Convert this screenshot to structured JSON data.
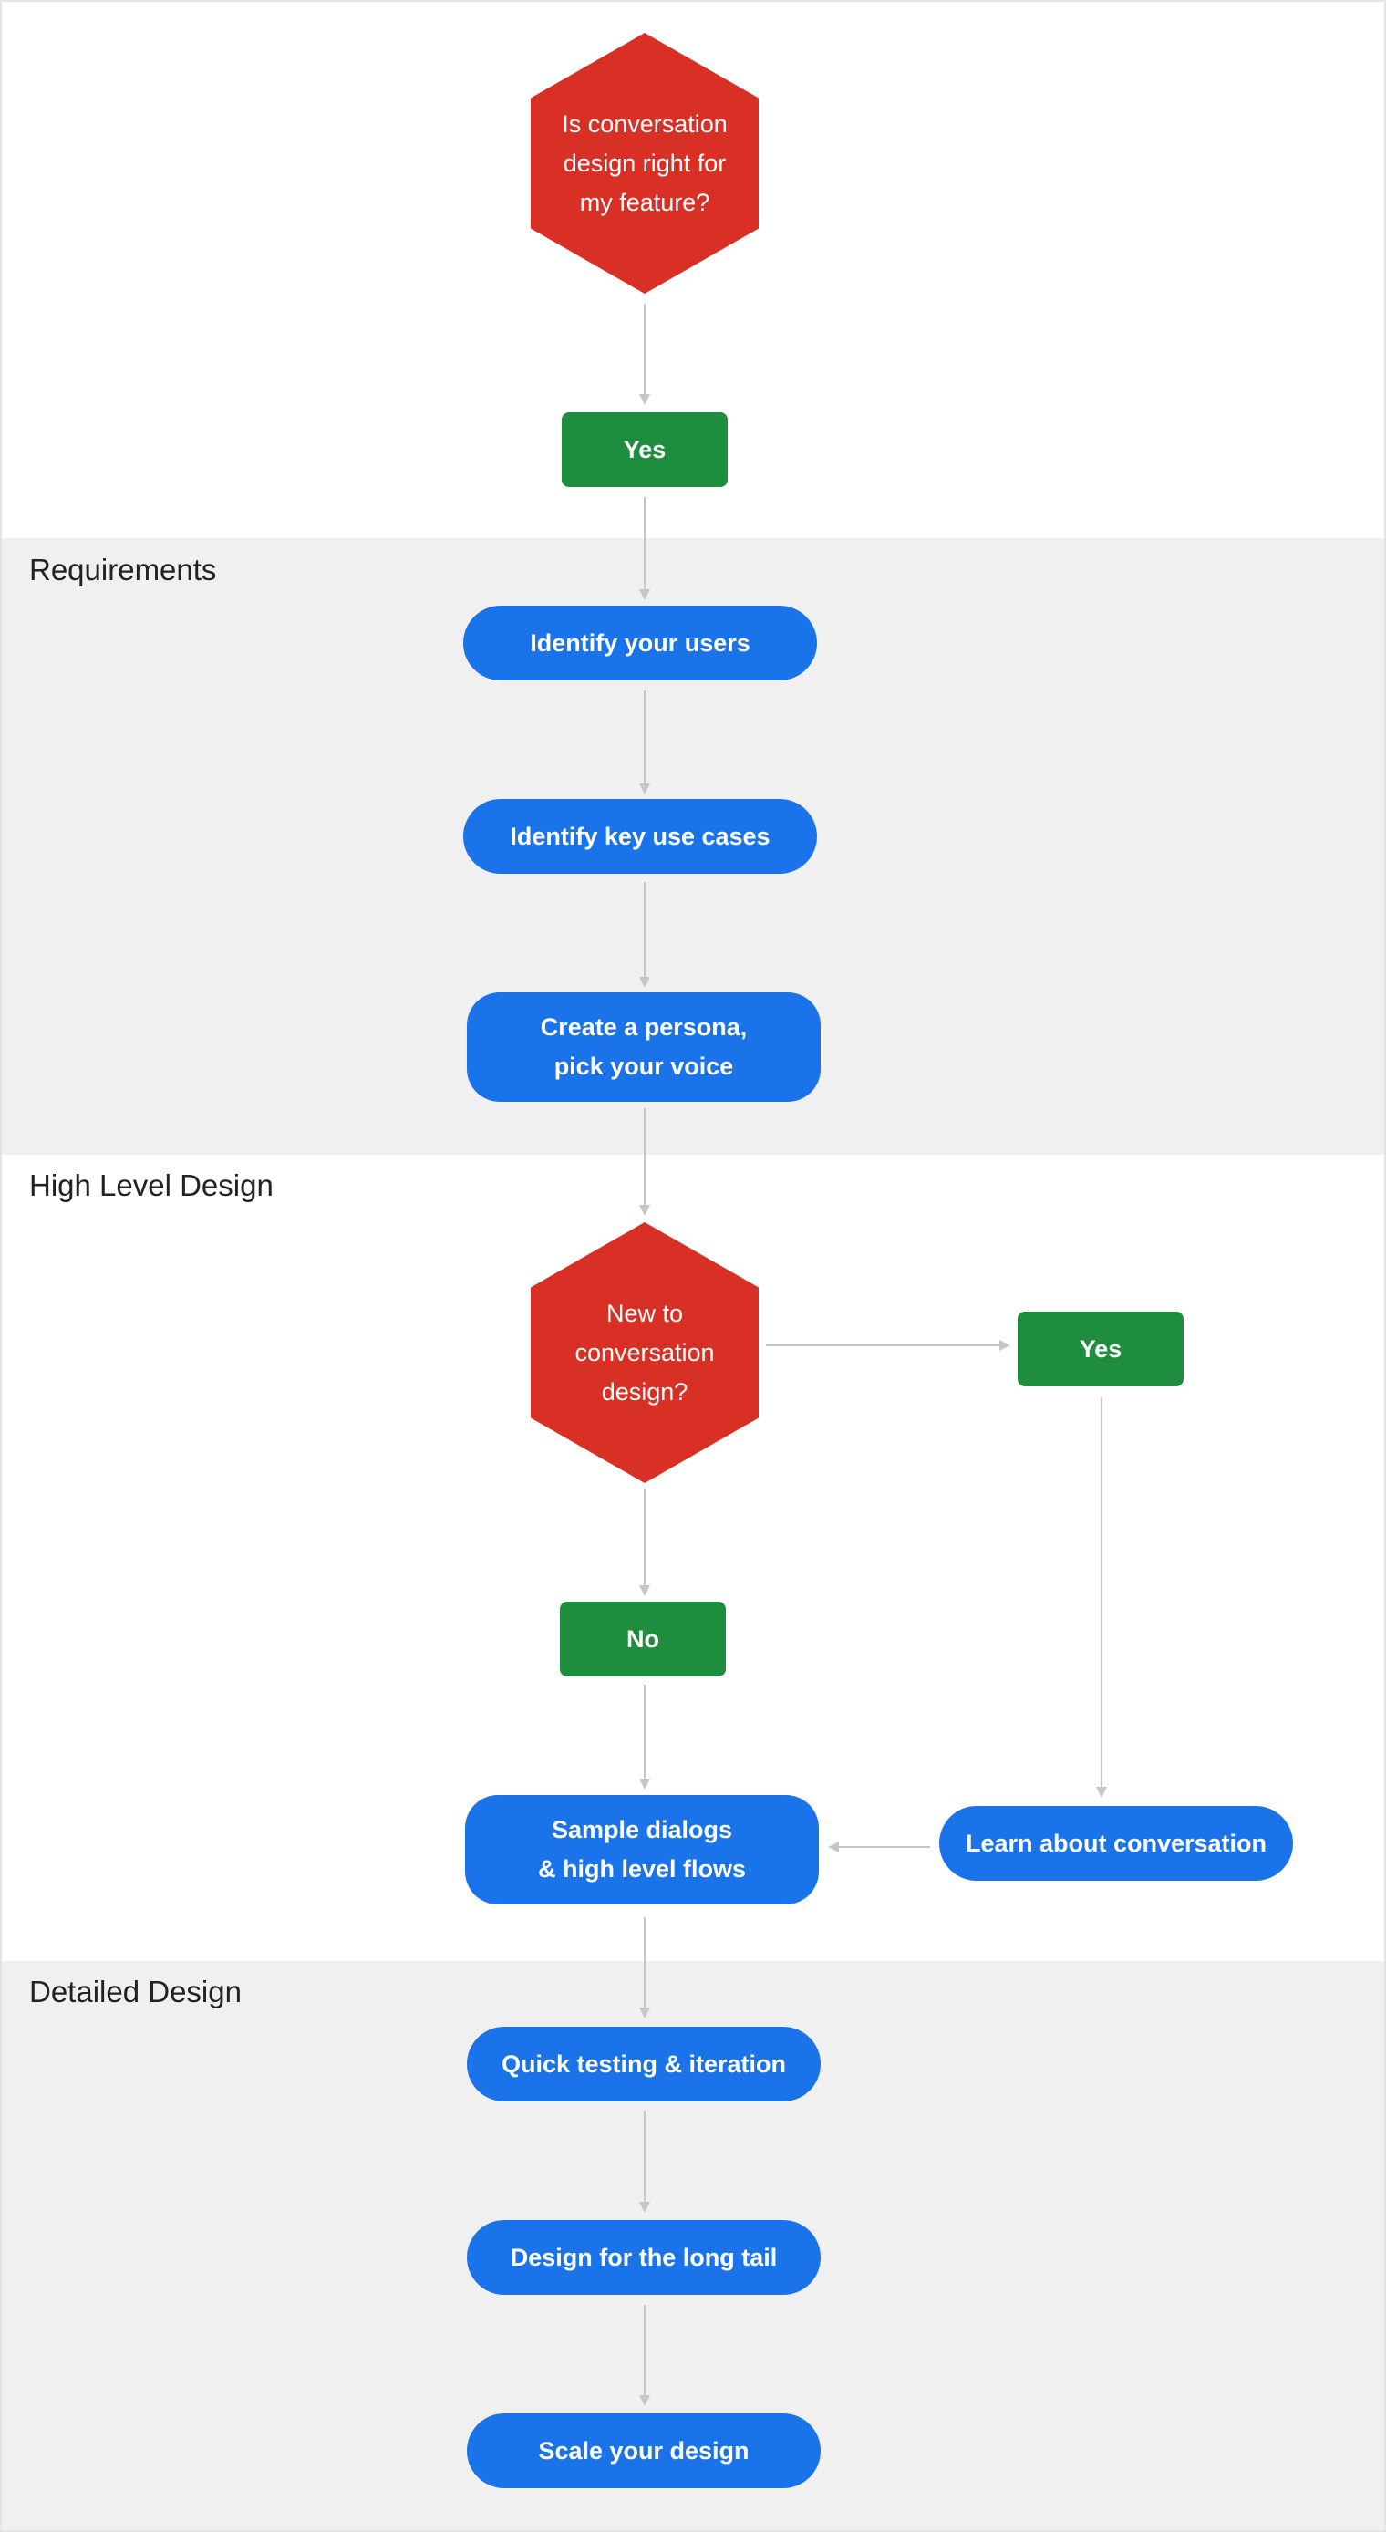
{
  "colors": {
    "decision": "#d93025",
    "answer": "#1e8e3e",
    "step": "#1a73e8",
    "band_white": "#ffffff",
    "band_grey": "#f0f0f0",
    "connector": "#c6c6c6",
    "border": "#e4e4e4"
  },
  "sections": {
    "requirements": "Requirements",
    "high_level_design": "High Level Design",
    "detailed_design": "Detailed Design"
  },
  "nodes": {
    "q_conversation_design": "Is conversation\ndesign right for\nmy feature?",
    "yes_1": "Yes",
    "identify_users": "Identify your users",
    "identify_use_cases": "Identify key use cases",
    "create_persona": "Create a persona,\npick your voice",
    "q_new_to_design": "New to\nconversation\ndesign?",
    "yes_2": "Yes",
    "no": "No",
    "sample_dialogs": "Sample dialogs\n& high level flows",
    "learn_about": "Learn about conversation",
    "quick_testing": "Quick testing & iteration",
    "long_tail": "Design for the long tail",
    "scale_design": "Scale your design"
  },
  "edges": [
    [
      "q_conversation_design",
      "yes_1"
    ],
    [
      "yes_1",
      "identify_users"
    ],
    [
      "identify_users",
      "identify_use_cases"
    ],
    [
      "identify_use_cases",
      "create_persona"
    ],
    [
      "create_persona",
      "q_new_to_design"
    ],
    [
      "q_new_to_design",
      "yes_2"
    ],
    [
      "q_new_to_design",
      "no"
    ],
    [
      "yes_2",
      "learn_about"
    ],
    [
      "no",
      "sample_dialogs"
    ],
    [
      "learn_about",
      "sample_dialogs"
    ],
    [
      "sample_dialogs",
      "quick_testing"
    ],
    [
      "quick_testing",
      "long_tail"
    ],
    [
      "long_tail",
      "scale_design"
    ]
  ]
}
